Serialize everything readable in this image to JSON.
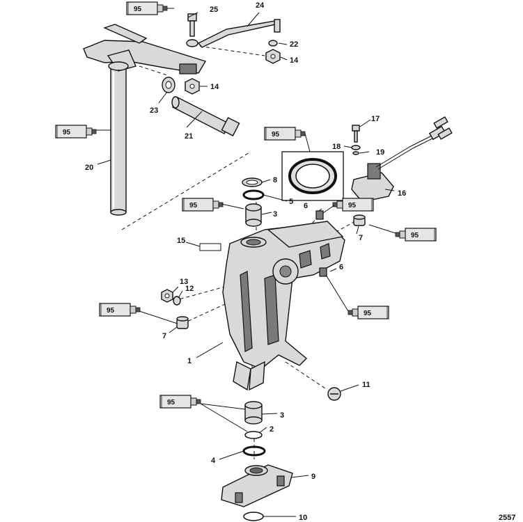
{
  "figure_number": "2557",
  "callouts": [
    "1",
    "2",
    "3",
    "3",
    "4",
    "5",
    "6",
    "6",
    "7",
    "7",
    "8",
    "9",
    "10",
    "11",
    "12",
    "13",
    "14",
    "14",
    "15",
    "16",
    "17",
    "18",
    "19",
    "20",
    "21",
    "22",
    "23",
    "24",
    "25"
  ],
  "sealant_code": "95"
}
